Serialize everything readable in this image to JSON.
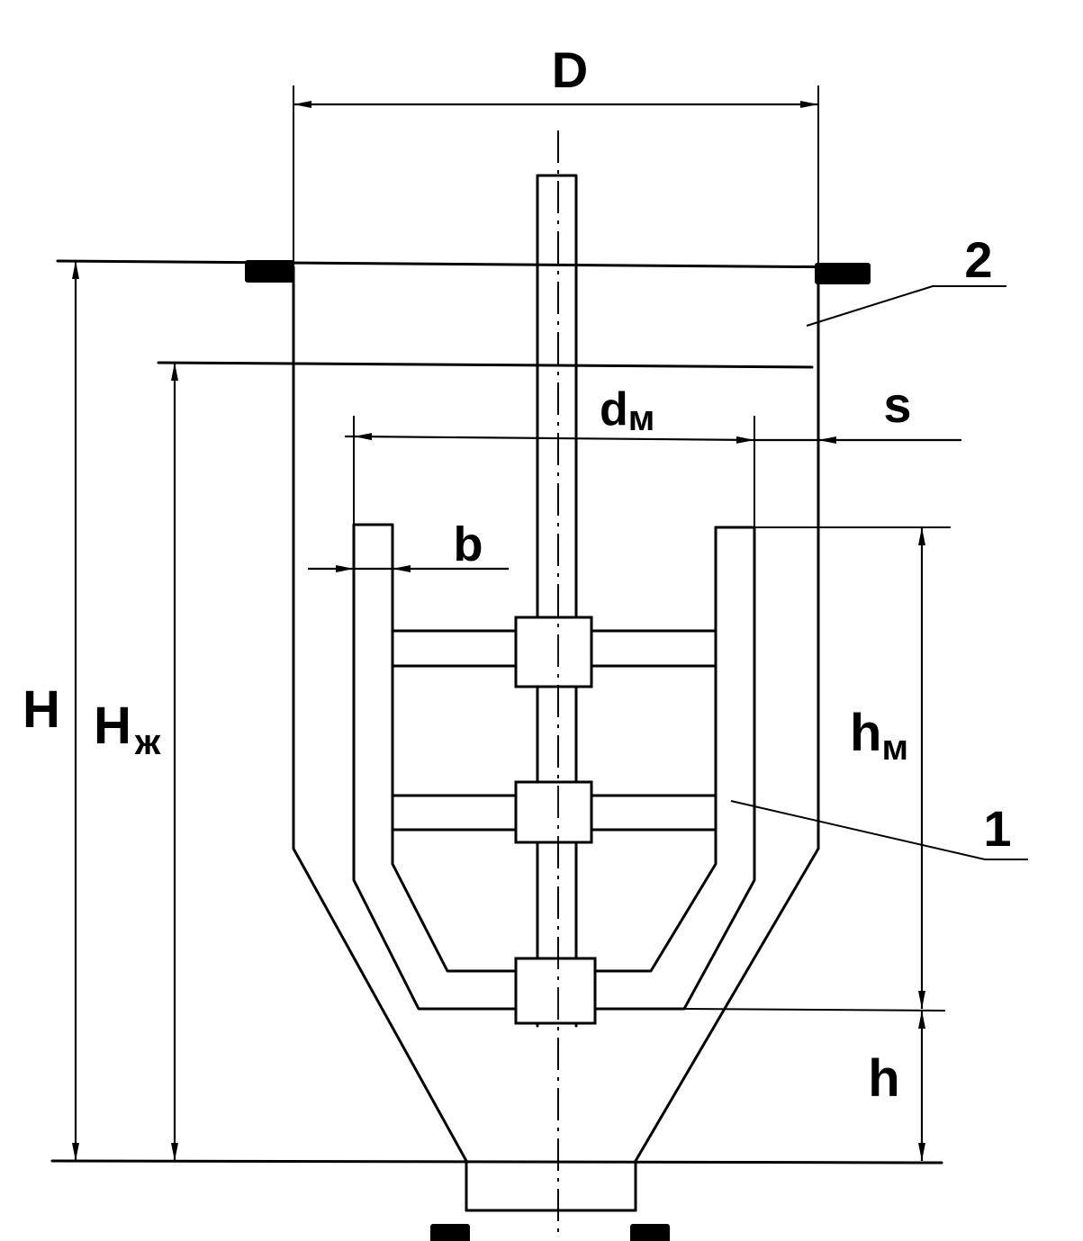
{
  "labels": {
    "D": "D",
    "d_main": "d",
    "d_sub": "м",
    "s": "s",
    "b": "b",
    "H": "H",
    "H_liq_main": "H",
    "H_liq_sub": "ж",
    "h_m_main": "h",
    "h_m_sub": "м",
    "h": "h",
    "part_1": "1",
    "part_2": "2"
  }
}
